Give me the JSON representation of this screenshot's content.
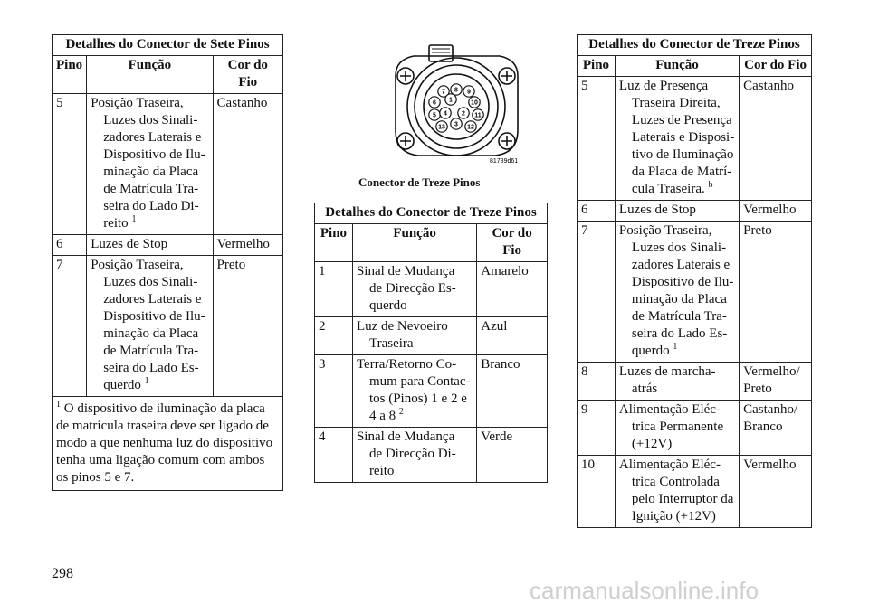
{
  "table1": {
    "title": "Detalhes do Conector de Sete Pinos",
    "headers": [
      "Pino",
      "Função",
      "Cor do Fio"
    ],
    "rows": [
      {
        "pin": "5",
        "func_first": "Posição Traseira,",
        "func_rest": "Luzes dos Sinali- zadores Laterais e Dispositivo de Ilu- minação da Placa de Matrícula Tra- seira do Lado Di- reito",
        "sup": "1",
        "color": "Castanho"
      },
      {
        "pin": "6",
        "func_first": "Luzes de Stop",
        "func_rest": "",
        "sup": "",
        "color": "Vermelho"
      },
      {
        "pin": "7",
        "func_first": "Posição Traseira,",
        "func_rest": "Luzes dos Sinali- zadores Laterais e Dispositivo de Ilu- minação da Placa de Matrícula Tra- seira do Lado Es- querdo",
        "sup": "1",
        "color": "Preto"
      }
    ],
    "footnote_marker": "1",
    "footnote": "O dispositivo de iluminação da placa de matrícula traseira deve ser ligado de modo a que nenhuma luz do dispositivo tenha uma ligação comum com ambos os pinos 5 e 7."
  },
  "figure": {
    "code": "81789d61",
    "caption": "Conector de Treze Pinos",
    "pin_labels": [
      "7",
      "8",
      "9",
      "6",
      "1",
      "10",
      "5",
      "4",
      "2",
      "11",
      "13",
      "3",
      "12"
    ]
  },
  "table2": {
    "title": "Detalhes do Conector de Treze Pinos",
    "headers": [
      "Pino",
      "Função",
      "Cor do Fio"
    ],
    "rows": [
      {
        "pin": "1",
        "func_first": "Sinal de Mudança",
        "func_rest": "de Direcção Es- querdo",
        "sup": "",
        "color": "Amarelo"
      },
      {
        "pin": "2",
        "func_first": "Luz de Nevoeiro",
        "func_rest": "Traseira",
        "sup": "",
        "color": "Azul"
      },
      {
        "pin": "3",
        "func_first": "Terra/Retorno Co-",
        "func_rest": "mum para Contac- tos (Pinos) 1 e 2 e 4 a 8",
        "sup": "2",
        "color": "Branco"
      },
      {
        "pin": "4",
        "func_first": "Sinal de Mudança",
        "func_rest": "de Direcção Di- reito",
        "sup": "",
        "color": "Verde"
      }
    ]
  },
  "table3": {
    "title": "Detalhes do Conector de Treze Pinos",
    "headers": [
      "Pino",
      "Função",
      "Cor do Fio"
    ],
    "rows": [
      {
        "pin": "5",
        "func_first": "Luz de Presença",
        "func_rest": "Traseira Direita, Luzes de Presença Laterais e Disposi- tivo de Iluminação da Placa de Matrí- cula Traseira.",
        "sup": "b",
        "color": "Castanho"
      },
      {
        "pin": "6",
        "func_first": "Luzes de Stop",
        "func_rest": "",
        "sup": "",
        "color": "Vermelho"
      },
      {
        "pin": "7",
        "func_first": "Posição Traseira,",
        "func_rest": "Luzes dos Sinali- zadores Laterais e Dispositivo de Ilu- minação da Placa de Matrícula Tra- seira do Lado Es- querdo",
        "sup": "1",
        "color": "Preto"
      },
      {
        "pin": "8",
        "func_first": "Luzes de marcha-",
        "func_rest": "atrás",
        "sup": "",
        "color": "Vermelho/ Preto"
      },
      {
        "pin": "9",
        "func_first": "Alimentação Eléc-",
        "func_rest": "trica Permanente (+12V)",
        "sup": "",
        "color": "Castanho/ Branco"
      },
      {
        "pin": "10",
        "func_first": "Alimentação Eléc-",
        "func_rest": "trica Controlada pelo Interruptor da Ignição (+12V)",
        "sup": "",
        "color": "Vermelho"
      }
    ]
  },
  "page_number": "298",
  "watermark": "carmanualsonline.info"
}
